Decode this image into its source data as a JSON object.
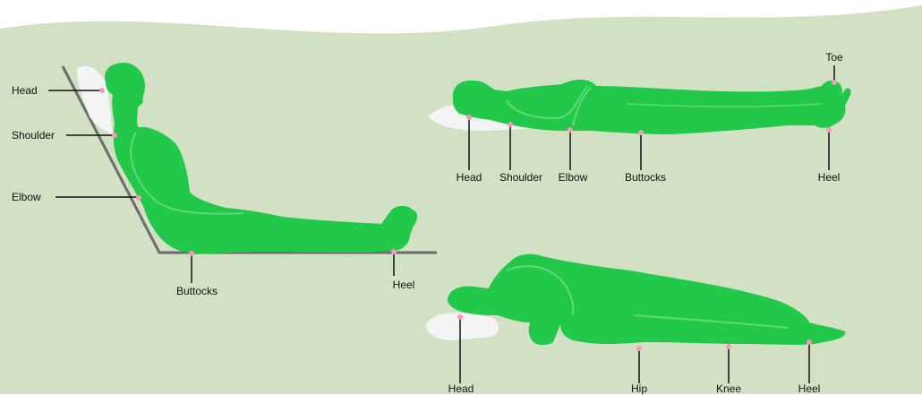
{
  "colors": {
    "background": "#d2e0c3",
    "body": "#22c84a",
    "body_outline": "#5fd97a",
    "bed": "#6d6d6d",
    "pillow": "#f4f4f4",
    "pressure_point": "#f19bbb",
    "leader_line": "#111111"
  },
  "positions": {
    "semi_reclined": {
      "labels": {
        "head": "Head",
        "shoulder": "Shoulder",
        "elbow": "Elbow",
        "buttocks": "Buttocks",
        "heel": "Heel"
      }
    },
    "supine": {
      "labels": {
        "toe": "Toe",
        "head": "Head",
        "shoulder": "Shoulder",
        "elbow": "Elbow",
        "buttocks": "Buttocks",
        "heel": "Heel"
      }
    },
    "side_lying": {
      "labels": {
        "head": "Head",
        "hip": "Hip",
        "knee": "Knee",
        "heel": "Heel"
      }
    }
  }
}
